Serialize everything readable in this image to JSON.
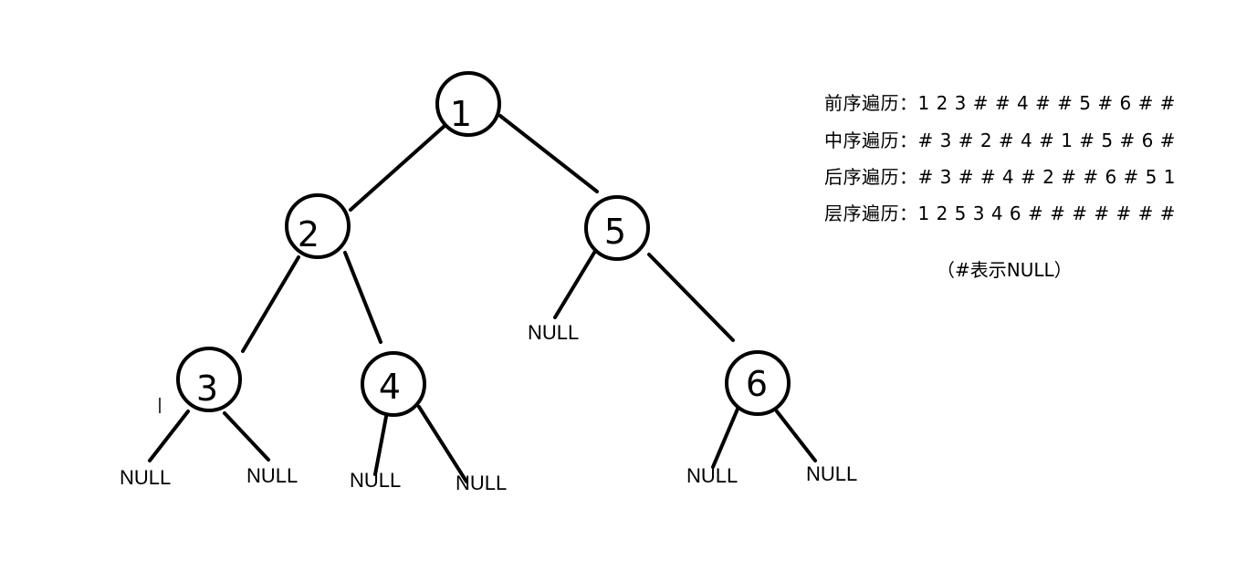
{
  "tree": {
    "nodes": [
      {
        "id": "n1",
        "label": "1"
      },
      {
        "id": "n2",
        "label": "2"
      },
      {
        "id": "n5",
        "label": "5"
      },
      {
        "id": "n3",
        "label": "3"
      },
      {
        "id": "n4",
        "label": "4"
      },
      {
        "id": "n6",
        "label": "6"
      }
    ],
    "null_label": "NULL"
  },
  "traversals": [
    {
      "label": "前序遍历：",
      "sequence": "1 2 3 # # 4 # # 5 # 6 # #"
    },
    {
      "label": "中序遍历：",
      "sequence": "# 3 # 2 # 4 # 1 # 5 # 6 #"
    },
    {
      "label": "后序遍历：",
      "sequence": "# 3 # # 4 # 2 # # 6 # 5 1"
    },
    {
      "label": "层序遍历：",
      "sequence": "1 2 5 3 4 6 # # # # # # #"
    }
  ],
  "note": "（#表示NULL）"
}
